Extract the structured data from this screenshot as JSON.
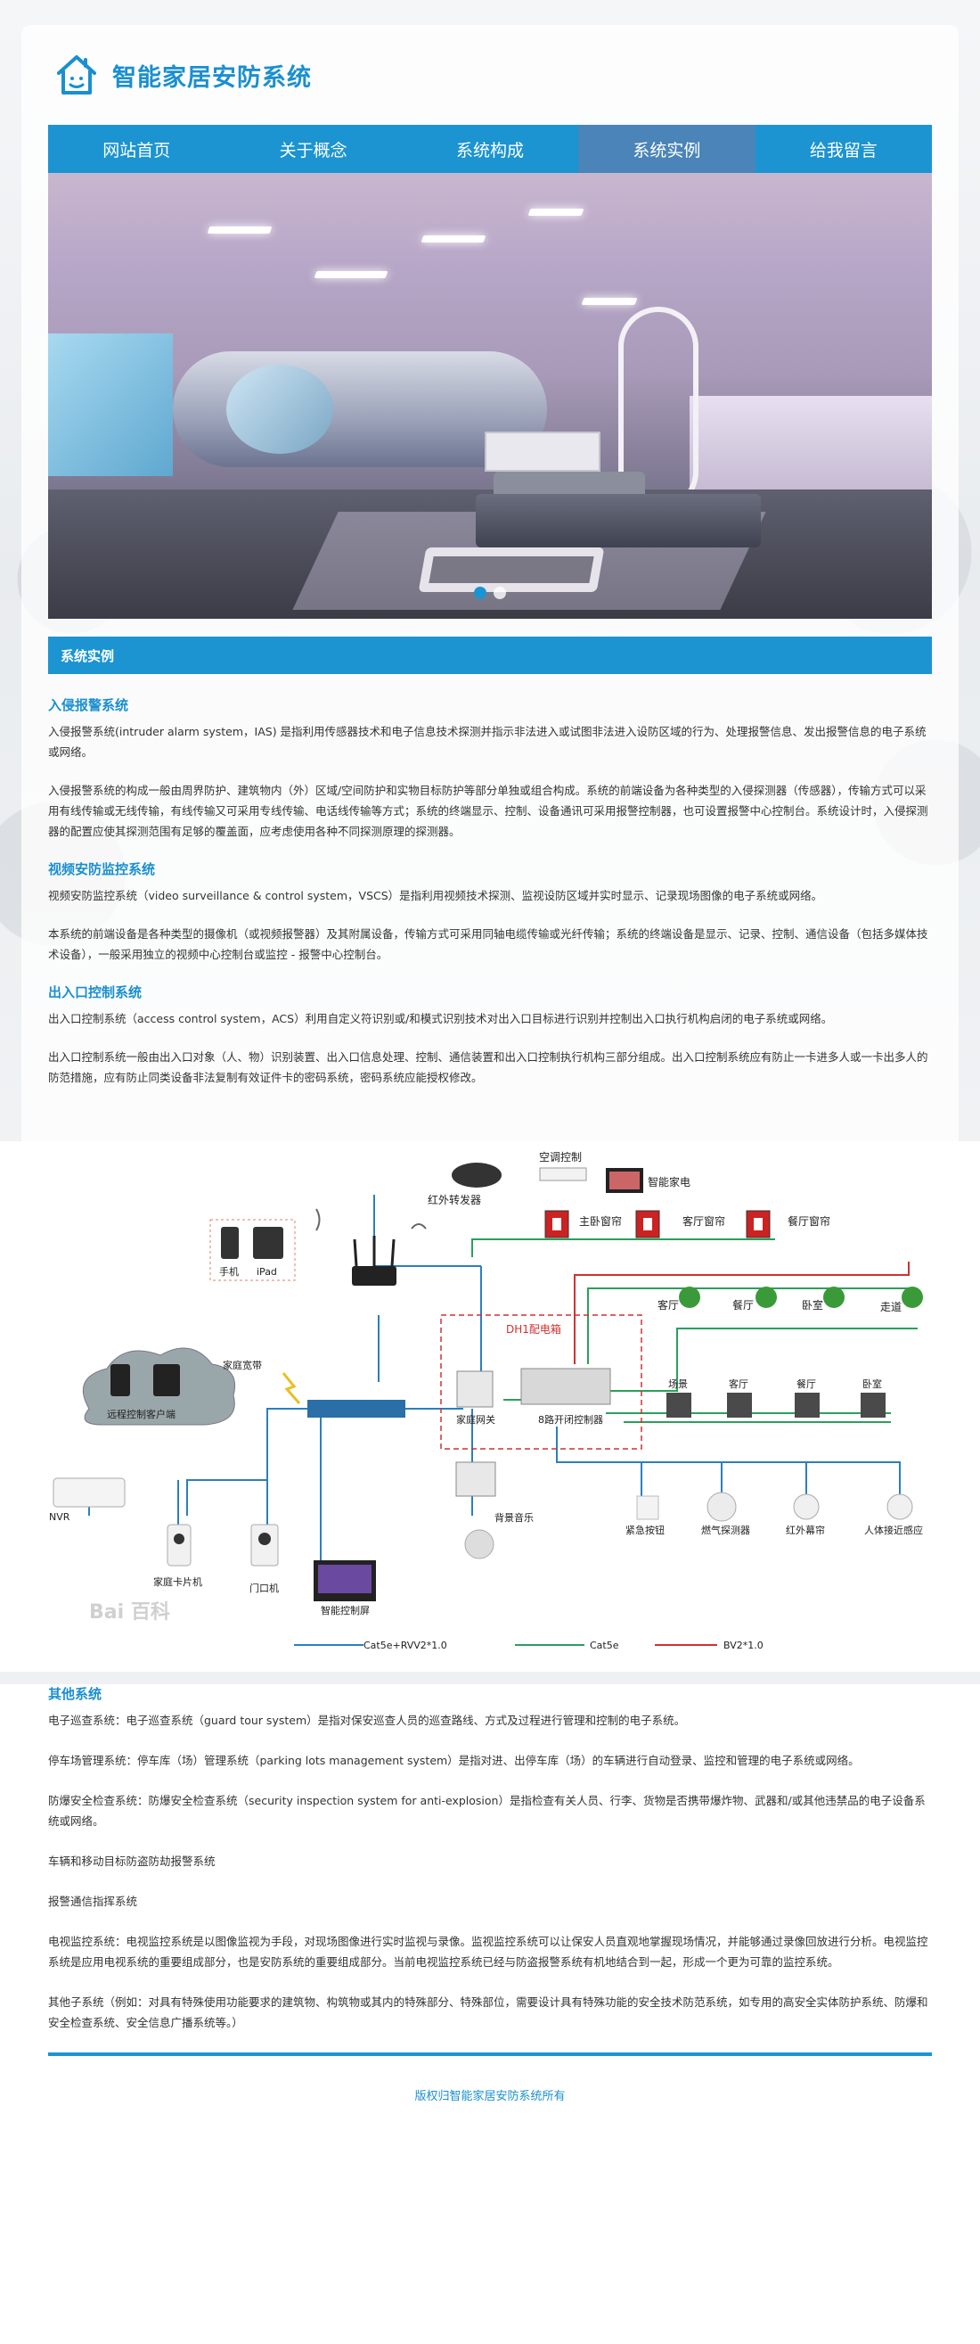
{
  "site": {
    "title": "智能家居安防系统"
  },
  "nav": {
    "items": [
      {
        "label": "网站首页",
        "active": false
      },
      {
        "label": "关于概念",
        "active": false
      },
      {
        "label": "系统构成",
        "active": false
      },
      {
        "label": "系统实例",
        "active": true
      },
      {
        "label": "给我留言",
        "active": false
      }
    ]
  },
  "section": {
    "title": "系统实例"
  },
  "intrusion": {
    "heading": "入侵报警系统",
    "p1": "入侵报警系统(intruder alarm system，IAS) 是指利用传感器技术和电子信息技术探测并指示非法进入或试图非法进入设防区域的行为、处理报警信息、发出报警信息的电子系统或网络。",
    "p2": "入侵报警系统的构成一般由周界防护、建筑物内（外）区域/空间防护和实物目标防护等部分单独或组合构成。系统的前端设备为各种类型的入侵探测器（传感器），传输方式可以采用有线传输或无线传输，有线传输又可采用专线传输、电话线传输等方式；系统的终端显示、控制、设备通讯可采用报警控制器，也可设置报警中心控制台。系统设计时，入侵探测器的配置应使其探测范围有足够的覆盖面，应考虑使用各种不同探测原理的探测器。"
  },
  "video": {
    "heading": "视频安防监控系统",
    "p1": "视频安防监控系统（video surveillance & control system，VSCS）是指利用视频技术探测、监视设防区域并实时显示、记录现场图像的电子系统或网络。",
    "p2": "本系统的前端设备是各种类型的摄像机（或视频报警器）及其附属设备，传输方式可采用同轴电缆传输或光纤传输；系统的终端设备是显示、记录、控制、通信设备（包括多媒体技术设备），一般采用独立的视频中心控制台或监控 - 报警中心控制台。"
  },
  "access": {
    "heading": "出入口控制系统",
    "p1": "出入口控制系统（access control system，ACS）利用自定义符识别或/和模式识别技术对出入口目标进行识别并控制出入口执行机构启闭的电子系统或网络。",
    "p2": "出入口控制系统一般由出入口对象（人、物）识别装置、出入口信息处理、控制、通信装置和出入口控制执行机构三部分组成。出入口控制系统应有防止一卡进多人或一卡出多人的防范措施，应有防止同类设备非法复制有效证件卡的密码系统，密码系统应能授权修改。"
  },
  "diagram": {
    "ir_forwarder": "红外转发器",
    "ac_control": "空调控制",
    "smart_appliance": "智能家电",
    "phone": "手机",
    "ipad": "iPad",
    "curtain_master": "主卧窗帘",
    "curtain_living": "客厅窗帘",
    "curtain_dining": "餐厅窗帘",
    "light_living": "客厅",
    "light_dining": "餐厅",
    "light_bedroom": "卧室",
    "light_hall": "走道",
    "broadband": "家庭宽带",
    "remote_client": "远程控制客户端",
    "box_label": "DH1配电箱",
    "gateway": "家庭网关",
    "controller": "8路开闭控制器",
    "scene_scene": "场景",
    "scene_living": "客厅",
    "scene_dining": "餐厅",
    "scene_bedroom": "卧室",
    "nvr": "NVR",
    "bg_music": "背景音乐",
    "emergency": "紧急按钮",
    "gas": "燃气探测器",
    "ir_alarm": "红外幕帘",
    "body_sensor": "人体接近感应",
    "card_camera": "家庭卡片机",
    "door_unit": "门口机",
    "control_screen": "智能控制屏",
    "watermark": "Bai 百科",
    "legend_blue": "Cat5e+RVV2*1.0",
    "legend_green": "Cat5e",
    "legend_red": "BV2*1.0",
    "colors": {
      "blue": "#2a7fc0",
      "green": "#2aa05a",
      "red": "#d03030"
    }
  },
  "other": {
    "heading": "其他系统",
    "p1": "电子巡查系统：电子巡查系统（guard tour system）是指对保安巡查人员的巡查路线、方式及过程进行管理和控制的电子系统。",
    "p2": "停车场管理系统：停车库（场）管理系统（parking lots management system）是指对进、出停车库（场）的车辆进行自动登录、监控和管理的电子系统或网络。",
    "p3": "防爆安全检查系统：防爆安全检查系统（security inspection system for anti-explosion）是指检查有关人员、行李、货物是否携带爆炸物、武器和/或其他违禁品的电子设备系统或网络。",
    "p4": "车辆和移动目标防盗防劫报警系统",
    "p5": "报警通信指挥系统",
    "p6": "电视监控系统：电视监控系统是以图像监视为手段，对现场图像进行实时监视与录像。监视监控系统可以让保安人员直观地掌握现场情况，并能够通过录像回放进行分析。电视监控系统是应用电视系统的重要组成部分，也是安防系统的重要组成部分。当前电视监控系统已经与防盗报警系统有机地结合到一起，形成一个更为可靠的监控系统。",
    "p7": "其他子系统（例如：对具有特殊使用功能要求的建筑物、构筑物或其内的特殊部分、特殊部位，需要设计具有特殊功能的安全技术防范系统，如专用的高安全实体防护系统、防爆和安全检查系统、安全信息广播系统等。）"
  },
  "footer": {
    "text": "版权归智能家居安防系统所有"
  }
}
